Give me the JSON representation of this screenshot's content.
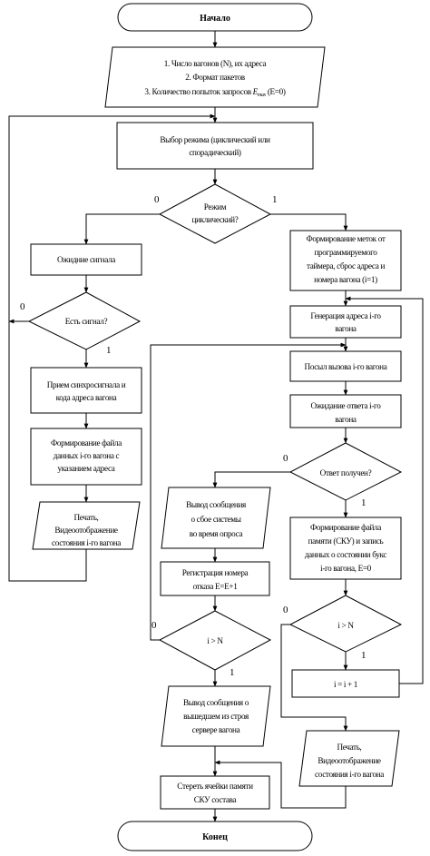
{
  "start": "Начало",
  "end": "Конец",
  "input": {
    "line1": "1. Число вагонов (N), их адреса",
    "line2": "2. Формат пакетов",
    "line3_a": "3. Количество попыток запросов ",
    "line3_e": "E",
    "line3_sub": "max",
    "line3_b": " (E=0)"
  },
  "mode_select": [
    "Выбор режима (циклический или",
    "спорадический)"
  ],
  "mode_decision": [
    "Режим",
    "циклический?"
  ],
  "left": {
    "wait_signal": "Ожидние сигнала",
    "has_signal": "Есть сигнал?",
    "receive": [
      "Прием синхросигнала и",
      "кода адреса вагона"
    ],
    "form_file": [
      "Формирование файла",
      "данных i-го вагона с",
      "указанием адреса"
    ],
    "print": [
      "Печать,",
      "Видеоотображение",
      "состояния i-го вагона"
    ]
  },
  "right": {
    "form_timer": [
      "Формирование меток от",
      "программируемого",
      "таймера, сброс адреса и",
      "номера вагона (i=1)"
    ],
    "gen_addr": [
      "Генерация адреса i-го",
      "вагона"
    ],
    "send_call": "Посыл вызова i-го вагона",
    "wait_answer": [
      "Ожидание ответа i-го",
      "вагона"
    ],
    "answer_decision": "Ответ получен?",
    "form_file_mem": [
      "Формирование файла",
      "памяти (СКУ) и запись",
      "данных о состоянии букс",
      "i-го вагона, E=0"
    ],
    "cond_right": "i > N",
    "inc_i": "i = i + 1",
    "print_right": [
      "Печать,",
      "Видеоотображение",
      "состояния i-го вагона"
    ]
  },
  "middle": {
    "fail_msg": [
      "Вывод сообщения",
      "о сбое системы",
      "во время опроса"
    ],
    "reg_fail": [
      "Регистрация номера",
      "отказа E=E+1"
    ],
    "cond_mid": "i > N",
    "fail_out": [
      "Вывод сообщения о",
      "вышедшем из строя",
      "сервере вагона"
    ],
    "erase_mem": [
      "Стереть ячейки памяти",
      "СКУ состава"
    ]
  },
  "labels": {
    "zero": "0",
    "one": "1"
  }
}
